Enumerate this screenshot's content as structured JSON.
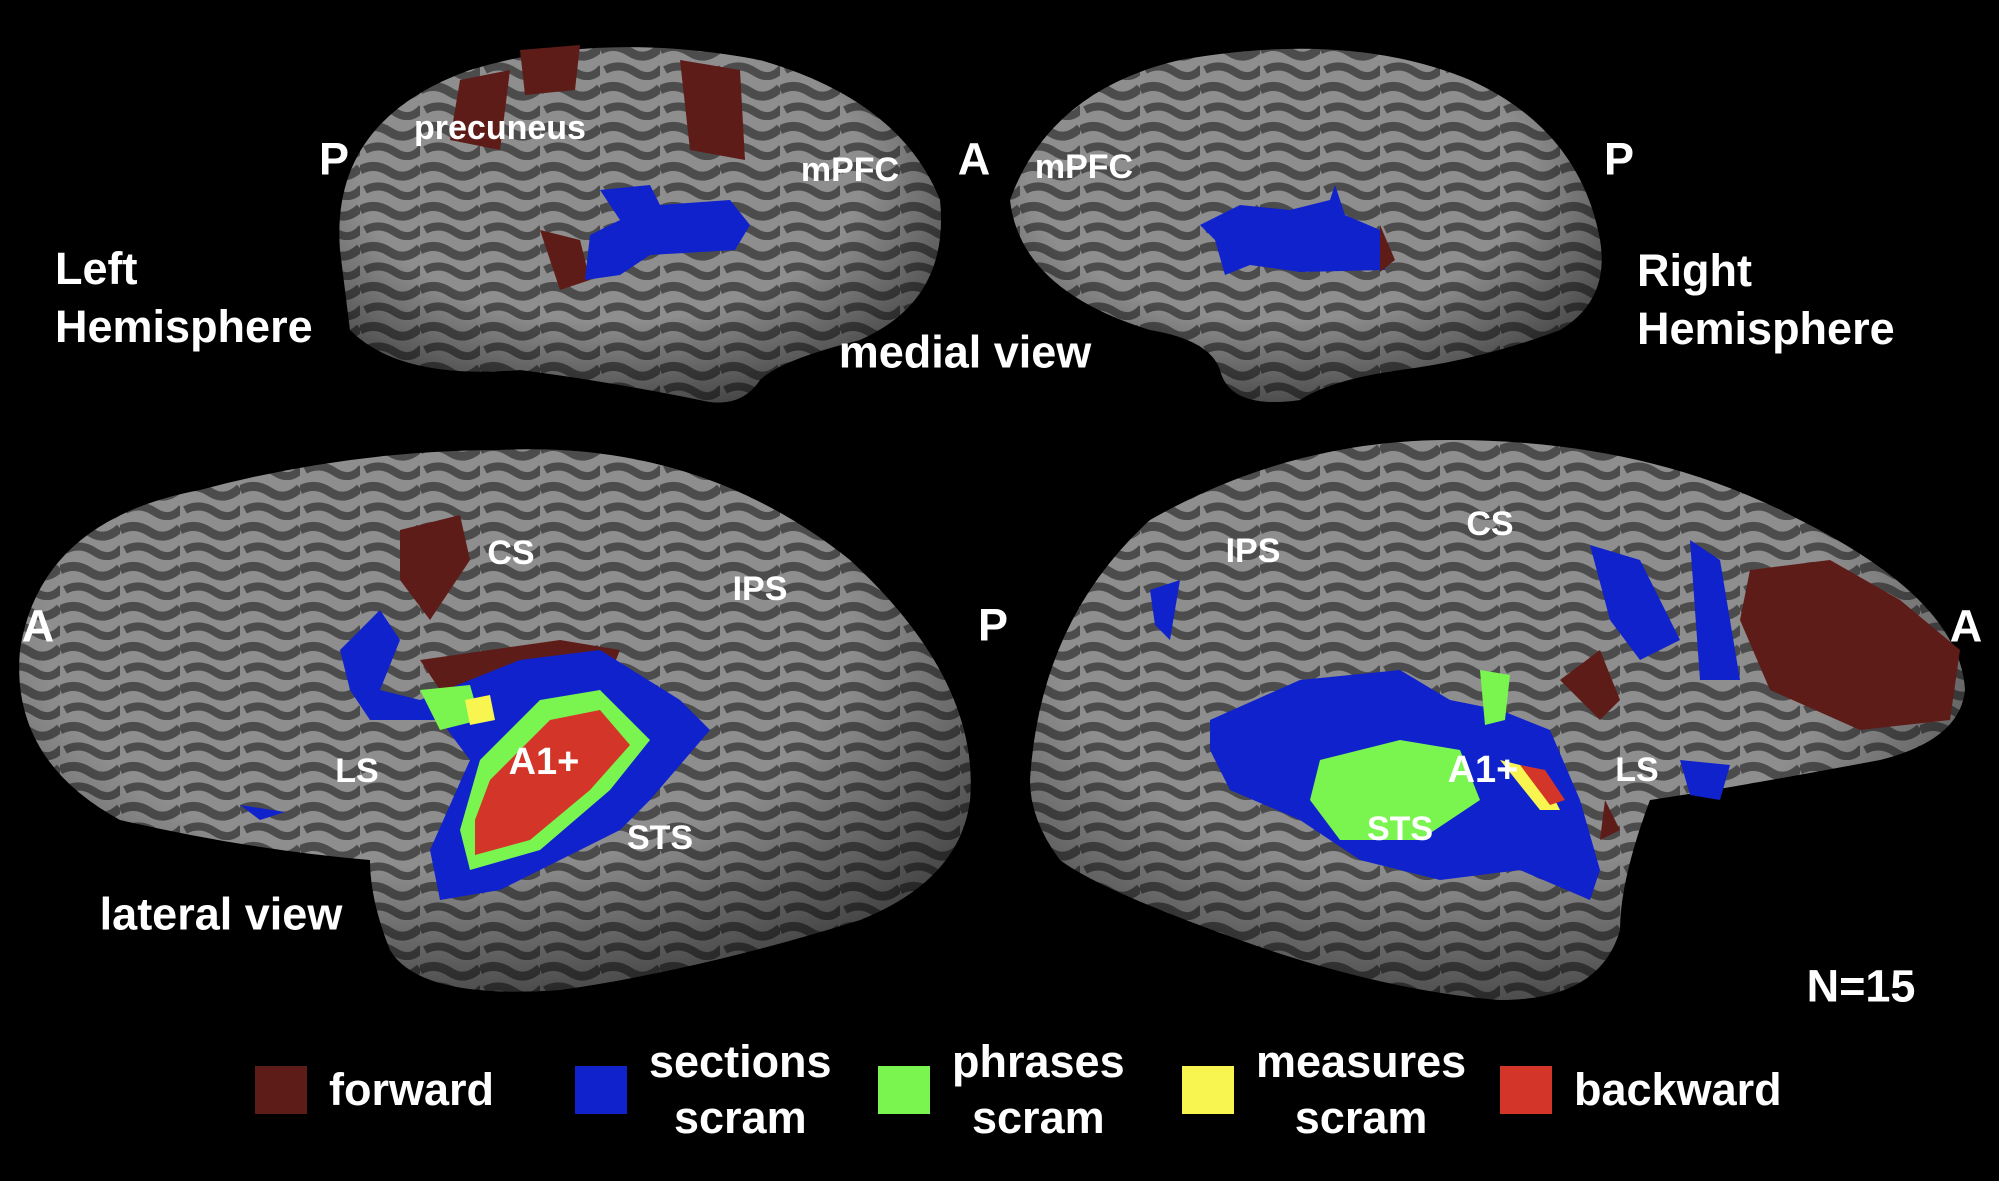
{
  "hemispheres": {
    "left": [
      "Left",
      "Hemisphere"
    ],
    "right": [
      "Right",
      "Hemisphere"
    ]
  },
  "views": {
    "medial": "medial view",
    "lateral": "lateral view"
  },
  "medial_labels": {
    "left_p": "P",
    "precuneus": "precuneus",
    "left_mpfc": "mPFC",
    "a": "A",
    "right_mpfc": "mPFC",
    "right_p": "P"
  },
  "lateral_labels": {
    "left_a": "A",
    "left_cs": "CS",
    "left_ips": "IPS",
    "p": "P",
    "left_ls": "LS",
    "left_a1": "A1+",
    "left_sts": "STS",
    "right_ips": "IPS",
    "right_cs": "CS",
    "right_a": "A",
    "right_sts": "STS",
    "right_a1": "A1+",
    "right_ls": "LS"
  },
  "sample_size": "N=15",
  "legend": [
    {
      "lines": [
        "forward"
      ],
      "color": "#5e1c18"
    },
    {
      "lines": [
        "sections",
        "scram"
      ],
      "color": "#0f22cc"
    },
    {
      "lines": [
        "phrases",
        "scram"
      ],
      "color": "#7af550"
    },
    {
      "lines": [
        "measures",
        "scram"
      ],
      "color": "#f8f550"
    },
    {
      "lines": [
        "backward"
      ],
      "color": "#d33528"
    }
  ],
  "colors": {
    "cortex_light": "#8c8c8c",
    "cortex_dark": "#4a4a4a"
  }
}
